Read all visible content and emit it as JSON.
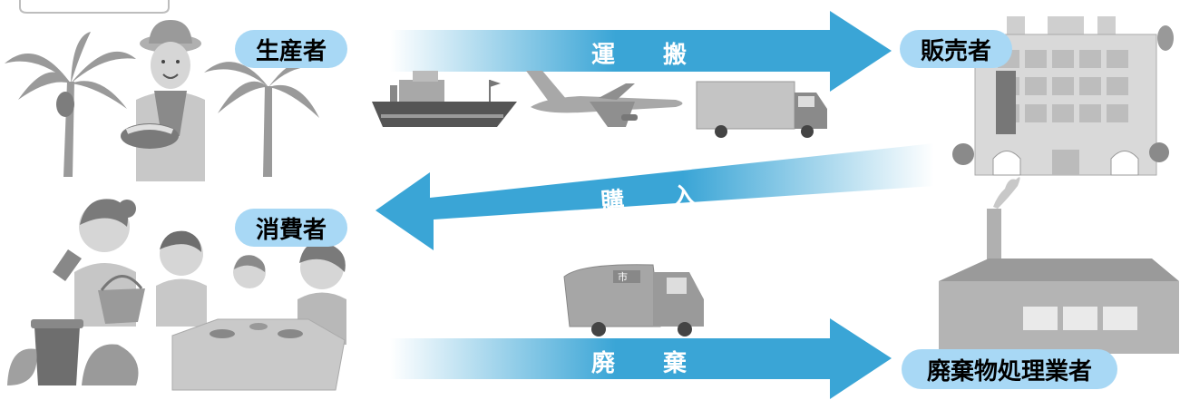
{
  "actors": {
    "producer": "生産者",
    "seller": "販売者",
    "consumer": "消費者",
    "waste_handler": "廃棄物処理業者"
  },
  "flows": {
    "transport": "運 搬",
    "purchase": "購 入",
    "disposal": "廃 棄"
  },
  "truck_sign": "市",
  "colors": {
    "arrow": "#3aa5d6",
    "arrow_fade": "#ffffff",
    "pill": "#a8d8f5",
    "illustration": "#9a9a9a"
  }
}
